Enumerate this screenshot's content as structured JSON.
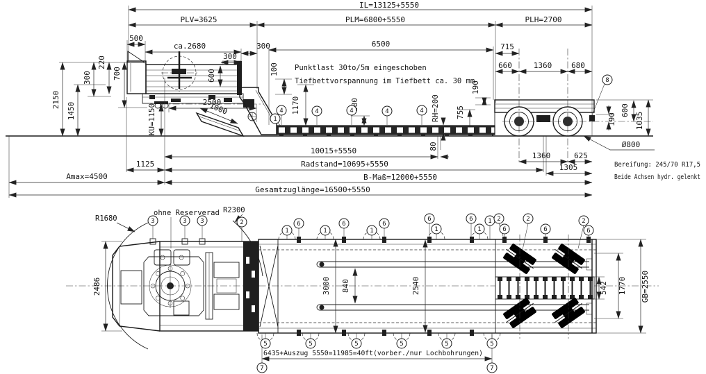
{
  "side": {
    "dims": {
      "il": "IL=13125+5550",
      "plv": "PLV=3625",
      "plm": "PLM=6800+5550",
      "plh": "PLH=2700",
      "d500": "500",
      "ca2680": "ca.2680",
      "d300a": "300",
      "d300b": "300",
      "d6500": "6500",
      "d715": "715",
      "d660": "660",
      "d1360": "1360",
      "d680": "680",
      "v100": "100",
      "v600": "600",
      "v2150": "2150",
      "v1450": "1450",
      "v300": "300",
      "v220": "220",
      "v700": "700",
      "ku": "KU=1150",
      "d2500": "2500",
      "d1000": "1000",
      "v1170": "1170",
      "v280": "280",
      "rh": "RH=200",
      "v755": "755",
      "v80": "80",
      "v190a": "190",
      "d1125": "1125",
      "d10015": "10015+5550",
      "radstand": "Radstand=10695+5550",
      "bmass": "B-Maß=12000+5550",
      "amax": "Amax=4500",
      "gesamt": "Gesamtzuglänge=16500+5550",
      "d1360b": "1360",
      "d625": "625",
      "d1305": "1305",
      "v190b": "190",
      "v600b": "600",
      "v1035": "1035",
      "dia800": "Ø800"
    },
    "notes": {
      "punktlast": "Punktlast 30to/5m eingeschoben",
      "tiefbett": "Tiefbettvorspannung im Tiefbett ca. 30 mm",
      "bereifung": "Bereifung: 245/70 R17,5",
      "achsen": "Beide Achsen hydr. gelenkt"
    },
    "callouts": [
      "1",
      "4",
      "4",
      "4",
      "4",
      "4",
      "8"
    ]
  },
  "plan": {
    "dims": {
      "v2486": "2486",
      "v3000": "3000",
      "v840": "840",
      "v2540": "2540",
      "v542": "542",
      "v1770": "1770",
      "gb": "GB=2550",
      "auszug": "6435+Auszug 5550=11985=40ft(vorber./nur Lochbohrungen)"
    },
    "notes": {
      "r1680": "R1680",
      "r2300": "R2300",
      "ohne": "ohne Reserverad"
    },
    "ct": [
      "3",
      "3",
      "3",
      "2",
      "1",
      "6",
      "1",
      "6",
      "1",
      "6",
      "6",
      "1",
      "6",
      "1",
      "1",
      "2",
      "6",
      "2",
      "6",
      "2",
      "6"
    ],
    "cb": [
      "5",
      "5",
      "5",
      "5",
      "5",
      "5"
    ],
    "cc": [
      "7",
      "7"
    ]
  }
}
